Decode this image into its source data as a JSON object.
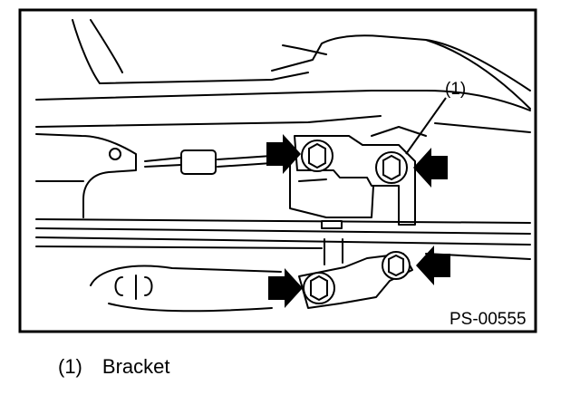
{
  "figure": {
    "code": "PS-00555",
    "callout": "(1)"
  },
  "legend": [
    {
      "num": "(1)",
      "label": "Bracket"
    }
  ]
}
